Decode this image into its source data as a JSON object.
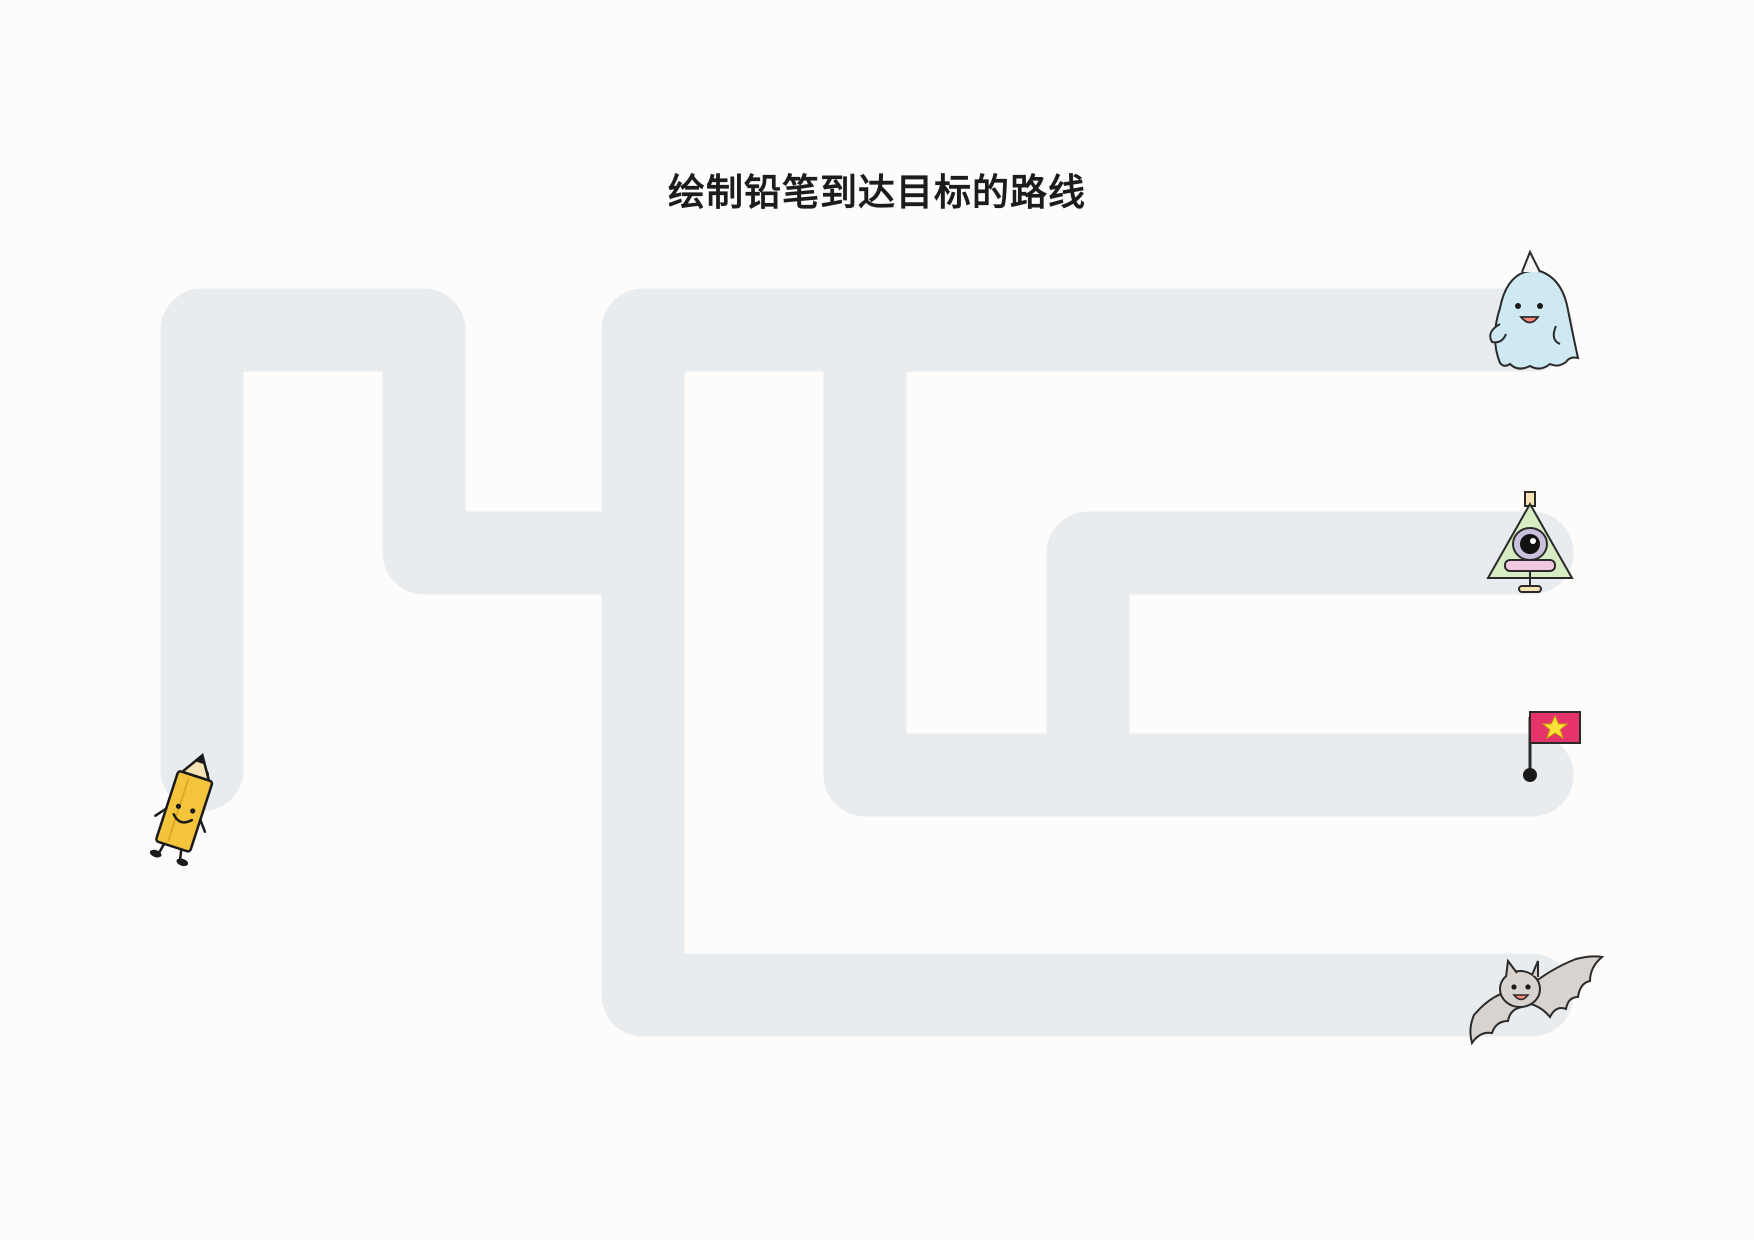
{
  "worksheet": {
    "title": "绘制铅笔到达目标的路线"
  },
  "colors": {
    "background": "#fdfcfb",
    "path": "#e8ecee",
    "ink": "#1a1a1a",
    "pencil_body": "#f4c43c",
    "ghost": "#cfe9f3",
    "robot_triangle": "#d8ecc4",
    "robot_base": "#f2c8e0",
    "flag": "#e6336a",
    "flag_star": "#fbe23a",
    "bat": "#d9d3d0"
  },
  "maze": {
    "start": "pencil",
    "targets": [
      "ghost",
      "robot",
      "flag",
      "bat"
    ]
  }
}
